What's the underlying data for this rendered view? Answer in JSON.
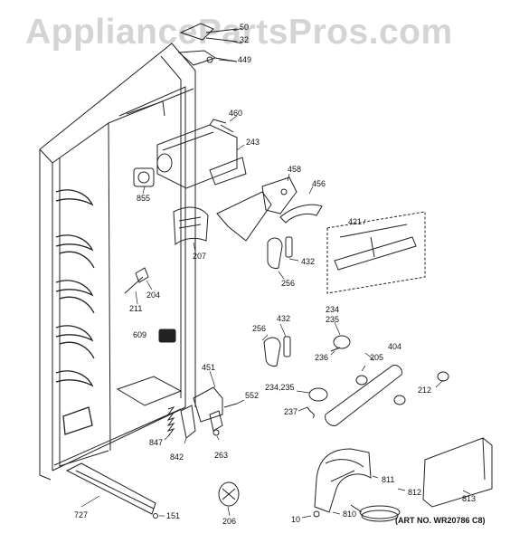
{
  "watermark": "AppliancePartsPros.com",
  "art_number": "(ART NO. WR20786 C8)",
  "parts": {
    "p50": "50",
    "p32": "32",
    "p449": "449",
    "p460": "460",
    "p243": "243",
    "p855": "855",
    "p458": "458",
    "p456": "456",
    "p421": "421",
    "p207": "207",
    "p432a": "432",
    "p256a": "256",
    "p204": "204",
    "p211": "211",
    "p234a": "234",
    "p235a": "235",
    "p256b": "256",
    "p432b": "432",
    "p609": "609",
    "p404": "404",
    "p236": "236",
    "p205": "205",
    "p451": "451",
    "p234b_235b": "234,235",
    "p552": "552",
    "p212": "212",
    "p237": "237",
    "p847": "847",
    "p842": "842",
    "p263": "263",
    "p811": "811",
    "p812": "812",
    "p813": "813",
    "p727": "727",
    "p151": "151",
    "p206": "206",
    "p810": "810",
    "p10": "10"
  }
}
